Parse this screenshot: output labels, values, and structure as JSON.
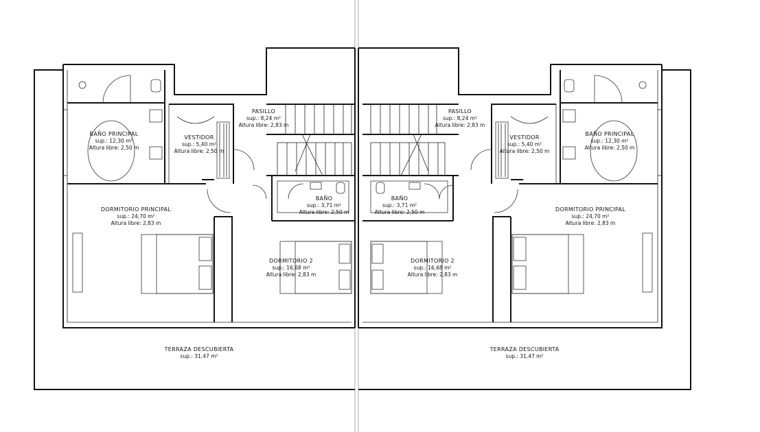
{
  "plan": {
    "rooms": [
      {
        "id": "bano-principal-l",
        "name": "BAÑO PRINCIPAL",
        "area": "sup.: 12,30 m²",
        "height": "Altura libre: 2,50 m"
      },
      {
        "id": "vestidor-l",
        "name": "VESTIDOR",
        "area": "sup.: 5,40 m²",
        "height": "Altura libre: 2,50 m"
      },
      {
        "id": "pasillo-l",
        "name": "PASILLO",
        "area": "sup.: 8,24 m²",
        "height": "Altura libre: 2,83 m"
      },
      {
        "id": "bano-l",
        "name": "BAÑO",
        "area": "sup.: 3,71 m²",
        "height": "Altura libre: 2,50 m"
      },
      {
        "id": "dormitorio-principal-l",
        "name": "DORMITORIO PRINCIPAL",
        "area": "sup.: 24,70 m²",
        "height": "Altura libre: 2,83 m"
      },
      {
        "id": "dormitorio-2-l",
        "name": "DORMITORIO 2",
        "area": "sup.: 16,68 m²",
        "height": "Altura libre: 2,83 m"
      },
      {
        "id": "terraza-l",
        "name": "TERRAZA DESCUBIERTA",
        "area": "sup.: 31,47 m²"
      },
      {
        "id": "pasillo-r",
        "name": "PASILLO",
        "area": "sup.: 8,24 m²",
        "height": "Altura libre: 2,83 m"
      },
      {
        "id": "vestidor-r",
        "name": "VESTIDOR",
        "area": "sup.: 5,40 m²",
        "height": "Altura libre: 2,50 m"
      },
      {
        "id": "bano-principal-r",
        "name": "BAÑO PRINCIPAL",
        "area": "sup.: 12,30 m²",
        "height": "Altura libre: 2,50 m"
      },
      {
        "id": "bano-r",
        "name": "BAÑO",
        "area": "sup.: 3,71 m²",
        "height": "Altura libre: 2,50 m"
      },
      {
        "id": "dormitorio-principal-r",
        "name": "DORMITORIO PRINCIPAL",
        "area": "sup.: 24,70 m²",
        "height": "Altura libre: 2,83 m"
      },
      {
        "id": "dormitorio-2-r",
        "name": "DORMITORIO 2",
        "area": "sup.: 16,68 m²",
        "height": "Altura libre: 2,83 m"
      },
      {
        "id": "terraza-r",
        "name": "TERRAZA DESCUBIERTA",
        "area": "sup.: 31,47 m²"
      }
    ]
  }
}
